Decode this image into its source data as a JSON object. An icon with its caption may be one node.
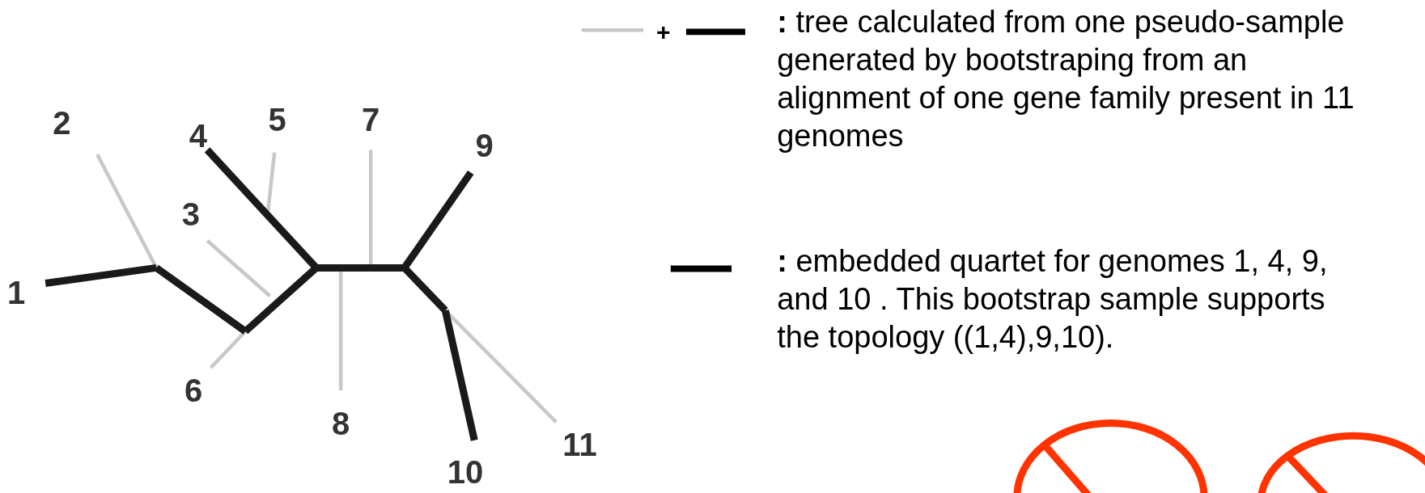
{
  "diagram": {
    "labels": [
      "+",
      "2",
      "4",
      "5",
      "7",
      "9",
      "3",
      "1",
      "6",
      "8",
      "11",
      "10"
    ],
    "legend": [
      {
        "text": "**:** tree calculated from one pseudo-sample generated by bootstraping from an alignment of one gene family present in 11 genomes"
      },
      {
        "text": "**:** embedded quartet for genomes 1, 4, 9, and 10 . This bootstrap sample supports the topology ((1,4),9,10)."
      }
    ]
  }
}
